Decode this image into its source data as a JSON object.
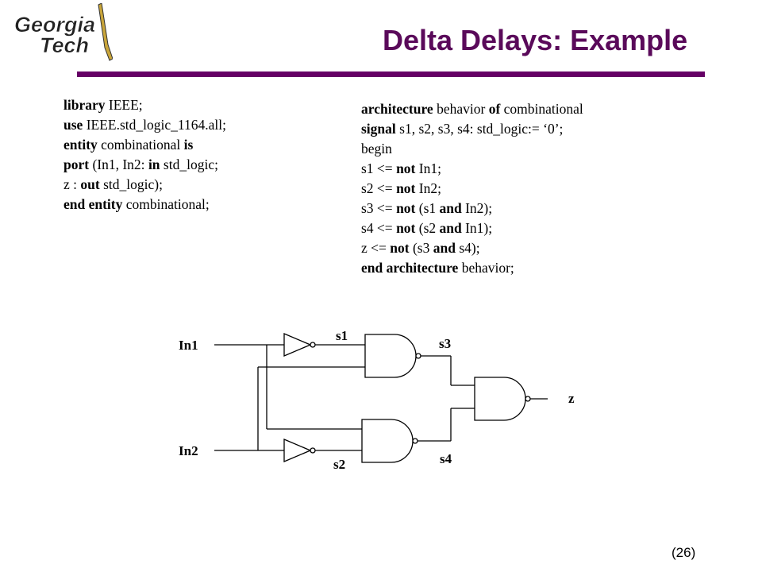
{
  "logo": {
    "line1": "Georgia",
    "line2": "Tech"
  },
  "title": "Delta Delays: Example",
  "code_left": [
    [
      {
        "t": "library",
        "b": true
      },
      {
        "t": " IEEE;",
        "b": false
      }
    ],
    [
      {
        "t": "use",
        "b": true
      },
      {
        "t": " IEEE.std_logic_1164.all;",
        "b": false
      }
    ],
    [
      {
        "t": "entity",
        "b": true
      },
      {
        "t": " combinational ",
        "b": false
      },
      {
        "t": "is",
        "b": true
      }
    ],
    [
      {
        "t": "port",
        "b": true
      },
      {
        "t": " (In1, In2: ",
        "b": false
      },
      {
        "t": "in",
        "b": true
      },
      {
        "t": " std_logic;",
        "b": false
      }
    ],
    [
      {
        "t": "z : ",
        "b": false
      },
      {
        "t": "out",
        "b": true
      },
      {
        "t": " std_logic);",
        "b": false
      }
    ],
    [
      {
        "t": "end entity",
        "b": true
      },
      {
        "t": " combinational;",
        "b": false
      }
    ]
  ],
  "code_right": [
    [
      {
        "t": "architecture",
        "b": true
      },
      {
        "t": " behavior ",
        "b": false
      },
      {
        "t": "of",
        "b": true
      },
      {
        "t": " combinational",
        "b": false
      }
    ],
    [
      {
        "t": "signal",
        "b": true
      },
      {
        "t": " s1, s2, s3, s4: std_logic:= ‘0’;",
        "b": false
      }
    ],
    [
      {
        "t": "begin",
        "b": false
      }
    ],
    [
      {
        "t": "s1 <= ",
        "b": false
      },
      {
        "t": "not",
        "b": true
      },
      {
        "t": " In1;",
        "b": false
      }
    ],
    [
      {
        "t": "s2 <= ",
        "b": false
      },
      {
        "t": "not",
        "b": true
      },
      {
        "t": " In2;",
        "b": false
      }
    ],
    [
      {
        "t": "s3 <= ",
        "b": false
      },
      {
        "t": "not",
        "b": true
      },
      {
        "t": " (s1 ",
        "b": false
      },
      {
        "t": "and",
        "b": true
      },
      {
        "t": " In2);",
        "b": false
      }
    ],
    [
      {
        "t": "s4 <= ",
        "b": false
      },
      {
        "t": "not",
        "b": true
      },
      {
        "t": " (s2 ",
        "b": false
      },
      {
        "t": "and",
        "b": true
      },
      {
        "t": " In1);",
        "b": false
      }
    ],
    [
      {
        "t": "z <= ",
        "b": false
      },
      {
        "t": "not",
        "b": true
      },
      {
        "t": " (s3 ",
        "b": false
      },
      {
        "t": "and",
        "b": true
      },
      {
        "t": " s4);",
        "b": false
      }
    ],
    [
      {
        "t": "end architecture",
        "b": true
      },
      {
        "t": " behavior;",
        "b": false
      }
    ]
  ],
  "diagram": {
    "in1": "In1",
    "in2": "In2",
    "s1": "s1",
    "s2": "s2",
    "s3": "s3",
    "s4": "s4",
    "z": "z"
  },
  "slide_number": "(26)",
  "colors": {
    "title": "#5a0a5a",
    "rule": "#660066"
  }
}
